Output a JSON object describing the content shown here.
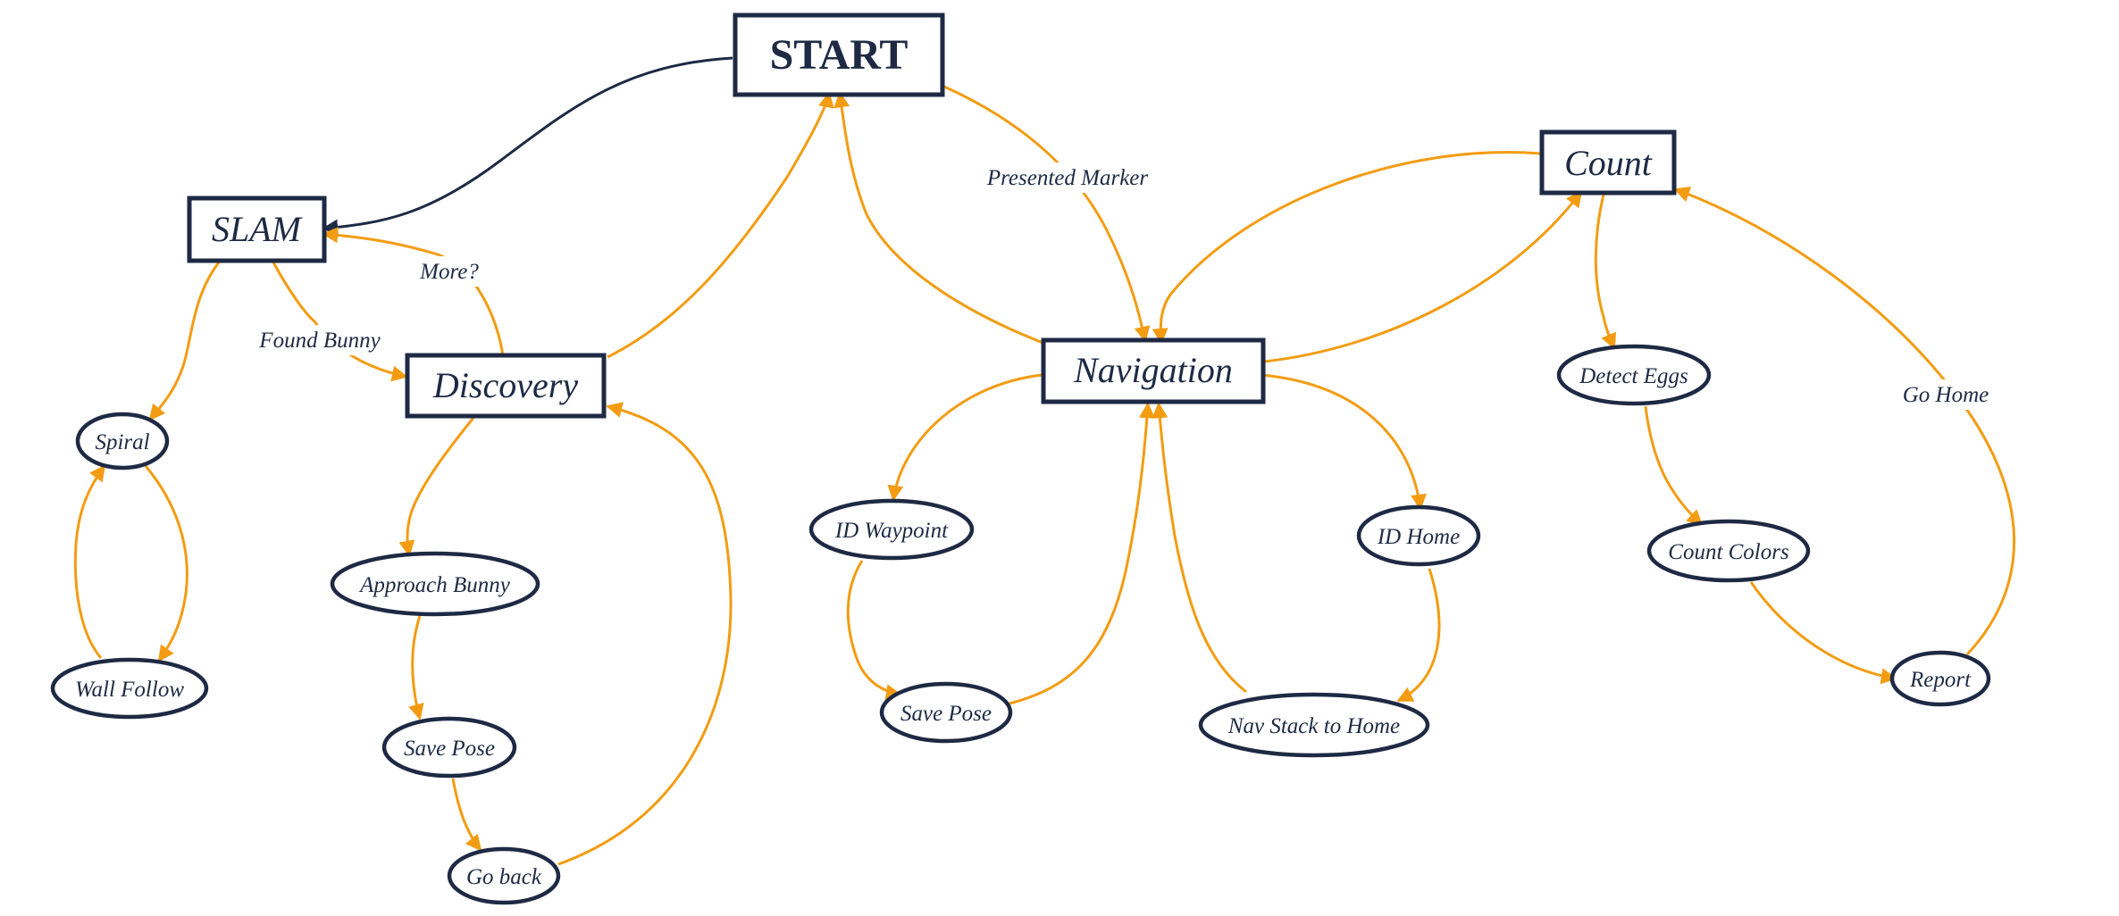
{
  "diagram": {
    "colors": {
      "node_stroke": "#1e2a44",
      "edge_primary": "#f39c12",
      "edge_start": "#1e2a44",
      "background": "#ffffff"
    },
    "nodes": {
      "start": "START",
      "slam": "SLAM",
      "discovery": "Discovery",
      "navigation": "Navigation",
      "count": "Count",
      "spiral": "Spiral",
      "wall_follow": "Wall Follow",
      "approach_bunny": "Approach Bunny",
      "save_pose_discovery": "Save Pose",
      "go_back": "Go back",
      "id_waypoint": "ID Waypoint",
      "save_pose_navigation": "Save Pose",
      "id_home": "ID Home",
      "nav_stack_to_home": "Nav Stack to Home",
      "detect_eggs": "Detect Eggs",
      "count_colors": "Count Colors",
      "report": "Report"
    },
    "edge_labels": {
      "presented_marker": "Presented Marker",
      "more": "More?",
      "found_bunny": "Found Bunny",
      "go_home": "Go Home"
    }
  }
}
